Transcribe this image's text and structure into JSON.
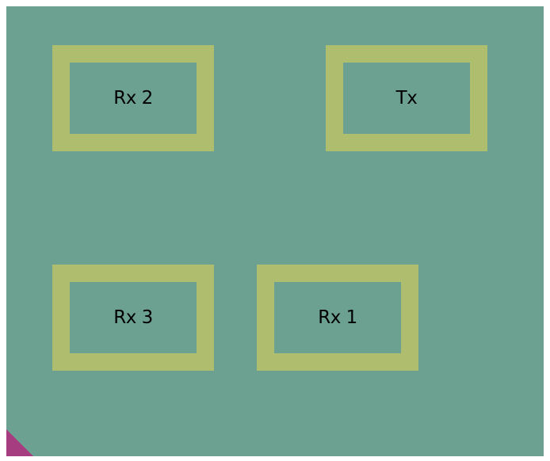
{
  "antennas": {
    "rx2": {
      "label": "Rx 2"
    },
    "tx": {
      "label": "Tx"
    },
    "rx3": {
      "label": "Rx 3"
    },
    "rx1": {
      "label": "Rx 1"
    }
  },
  "colors": {
    "board": "#6ca191",
    "antenna_frame": "#aebd6e",
    "corner_marker": "#a63d80"
  }
}
